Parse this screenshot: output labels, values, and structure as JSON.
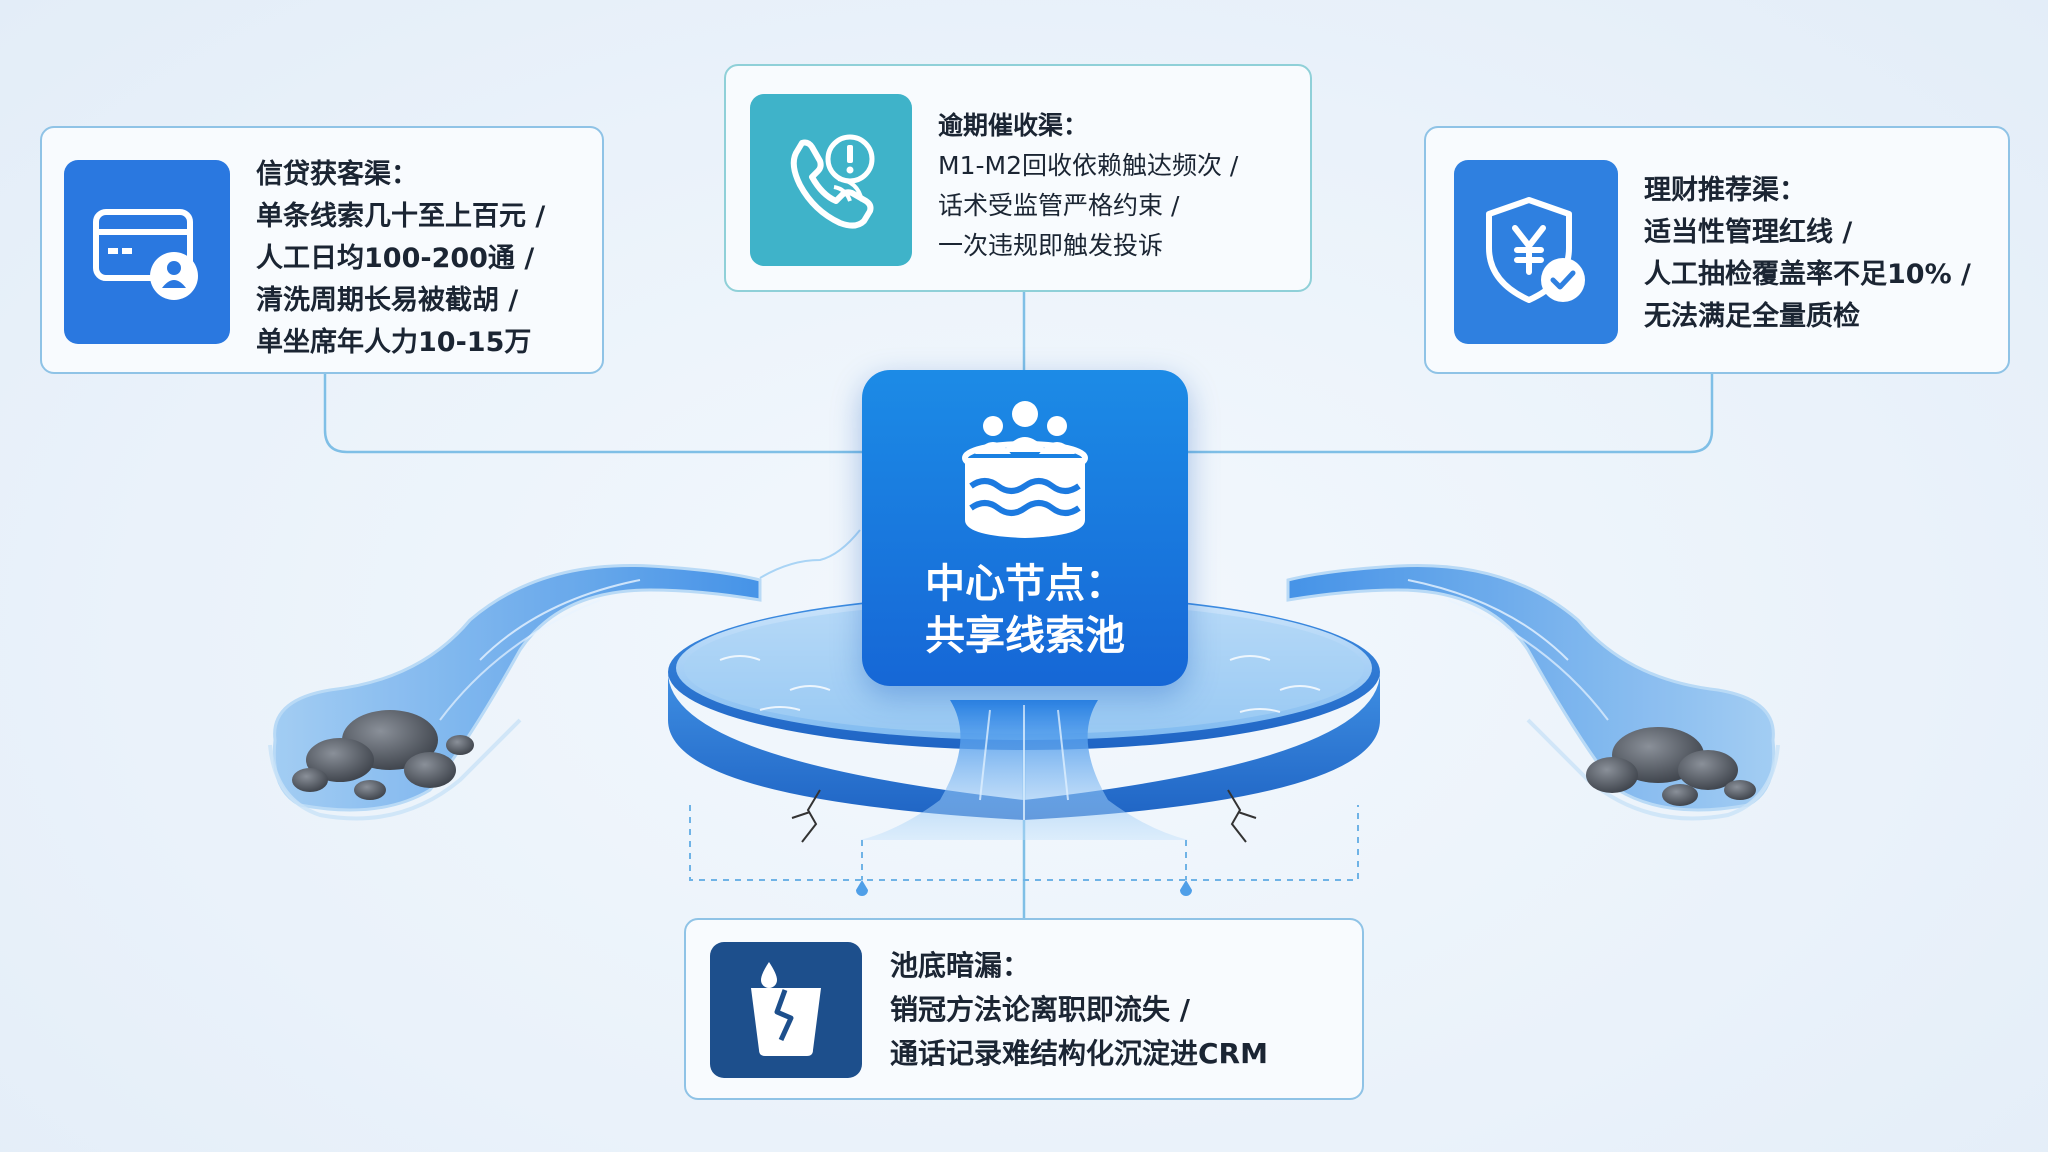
{
  "center": {
    "line1": "中心节点：",
    "line2": "共享线索池",
    "icon": "pool-people-icon"
  },
  "cards": {
    "credit": {
      "title": "信贷获客渠：",
      "lines": [
        "单条线索几十至上百元 /",
        "人工日均100-200通 /",
        "清洗周期长易被截胡 /",
        "单坐席年人力10-15万"
      ],
      "icon": "credit-card-user-icon",
      "icon_color": "#2a78e0"
    },
    "collection": {
      "title": "逾期催收渠：",
      "lines": [
        "M1-M2回收依赖触达频次 /",
        "话术受监管严格约束 /",
        "一次违规即触发投诉"
      ],
      "icon": "phone-alert-icon",
      "icon_color": "#3fb3c9"
    },
    "wealth": {
      "title": "理财推荐渠：",
      "lines": [
        "适当性管理红线 /",
        "人工抽检覆盖率不足10% /",
        "无法满足全量质检"
      ],
      "icon": "shield-yen-check-icon",
      "icon_color": "#2f80e0"
    },
    "leak": {
      "title": "池底暗漏：",
      "lines": [
        "销冠方法论离职即流失 /",
        "通话记录难结构化沉淀进CRM"
      ],
      "icon": "broken-bucket-icon",
      "icon_color": "#1d4f8c"
    }
  },
  "colors": {
    "accent": "#1a73e0",
    "border": "#8fc3e6",
    "water": "#4fa3ee",
    "connector": "#7fbfe6"
  }
}
